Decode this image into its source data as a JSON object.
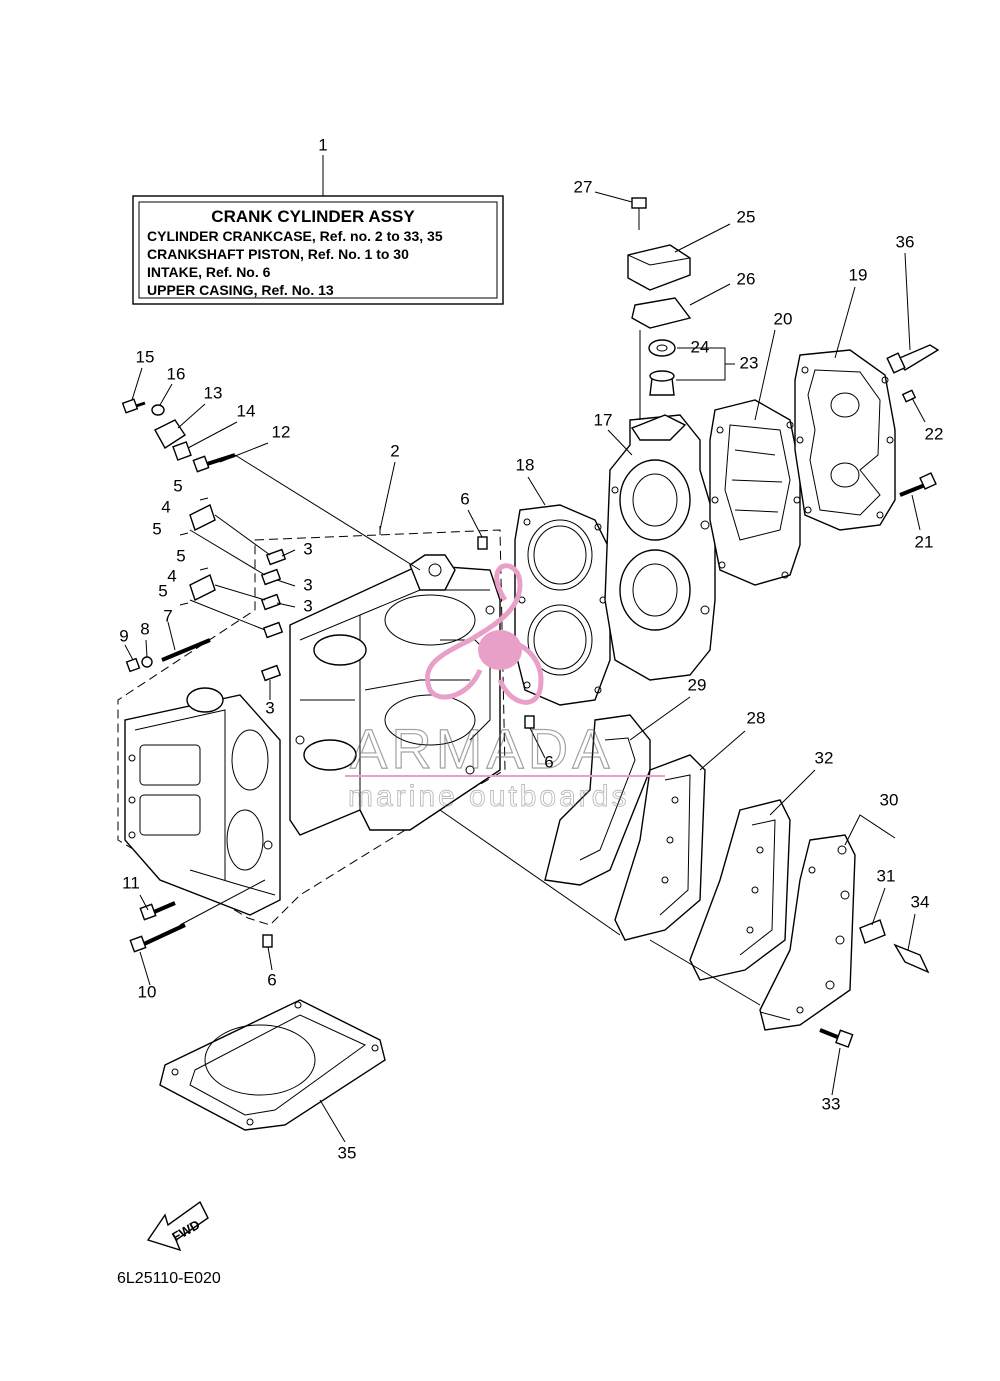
{
  "title_box": {
    "ref_number": "1",
    "title": "CRANK  CYLINDER  ASSY",
    "lines": [
      "CYLINDER CRANKCASE,   Ref.  no. 2  to  33,  35",
      "CRANKSHAFT  PISTON,   Ref. No.  1  to  30",
      "INTAKE,   Ref.  No.  6",
      "UPPER  CASING,   Ref.  No.  13"
    ]
  },
  "watermark": {
    "brand": "ARMADA",
    "tagline": "marine outboards",
    "logo_color": "#e8a0c8"
  },
  "callouts": [
    "2",
    "3",
    "3",
    "3",
    "3",
    "4",
    "4",
    "5",
    "5",
    "5",
    "5",
    "6",
    "6",
    "6",
    "7",
    "8",
    "9",
    "10",
    "11",
    "12",
    "13",
    "14",
    "15",
    "16",
    "17",
    "18",
    "19",
    "20",
    "21",
    "22",
    "23",
    "24",
    "25",
    "26",
    "27",
    "28",
    "29",
    "30",
    "31",
    "32",
    "33",
    "34",
    "35",
    "36"
  ],
  "fwd_label": "FWD",
  "diagram_code": "6L25110-E020"
}
